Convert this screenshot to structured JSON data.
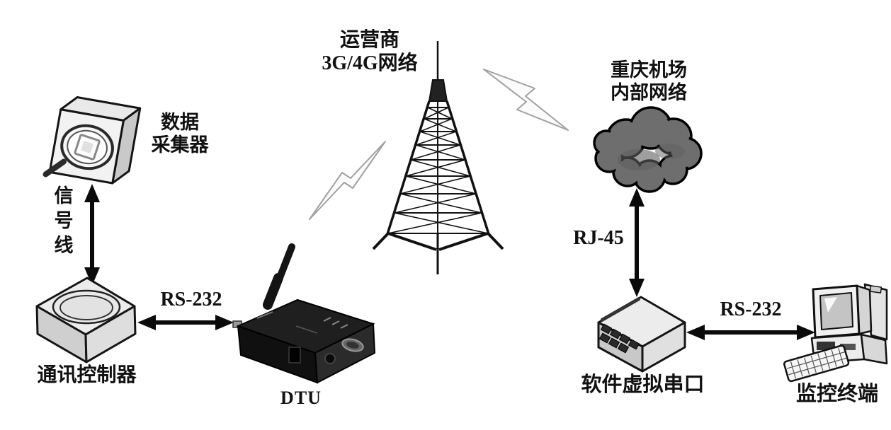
{
  "diagram": {
    "nodes": {
      "data_collector": {
        "label": "数据\n采集器"
      },
      "comm_controller": {
        "label": "通讯控制器"
      },
      "dtu": {
        "label": "DTU"
      },
      "operator_network": {
        "label": "运营商\n3G/4G网络"
      },
      "airport_network": {
        "label": "重庆机场\n内部网络"
      },
      "virtual_serial_port": {
        "label": "软件虚拟串口"
      },
      "monitor_terminal": {
        "label": "监控终端"
      }
    },
    "links": {
      "signal_line": {
        "label": "信\n号\n线"
      },
      "rs232_left": {
        "label": "RS-232"
      },
      "rj45": {
        "label": "RJ-45"
      },
      "rs232_right": {
        "label": "RS-232"
      }
    },
    "colors": {
      "background": "#ffffff",
      "line": "#111111",
      "box_light": "#efefef",
      "box_side": "#cfcfcf",
      "cloud_fill": "#6e6e6e",
      "device_dark": "#1a1a1a",
      "lightning_fill": "#fbfbfb",
      "lightning_stroke": "#a0a0a0"
    }
  }
}
